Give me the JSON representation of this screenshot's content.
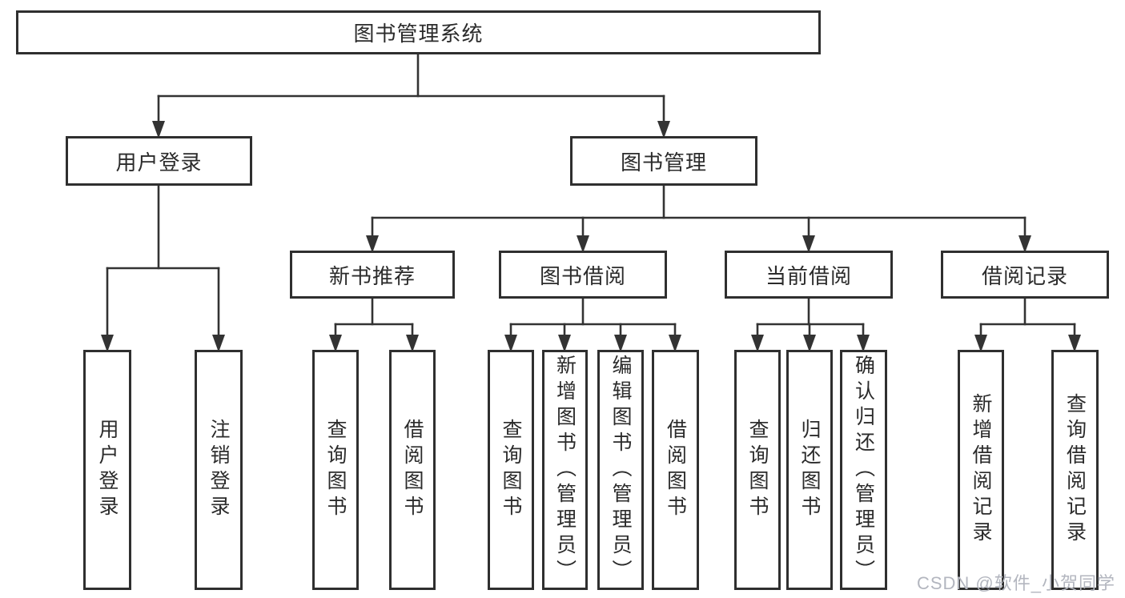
{
  "tree": {
    "root": "图书管理系统",
    "branches": [
      {
        "label": "用户登录",
        "children": [
          "用户登录",
          "注销登录"
        ]
      },
      {
        "label": "图书管理",
        "groups": [
          {
            "label": "新书推荐",
            "children": [
              "查询图书",
              "借阅图书"
            ]
          },
          {
            "label": "图书借阅",
            "children": [
              "查询图书",
              "新增图书（管理员）",
              "编辑图书（管理员）",
              "借阅图书"
            ]
          },
          {
            "label": "当前借阅",
            "children": [
              "查询图书",
              "归还图书",
              "确认归还（管理员）"
            ]
          },
          {
            "label": "借阅记录",
            "children": [
              "新增借阅记录",
              "查询借阅记录"
            ]
          }
        ]
      }
    ]
  },
  "watermark": "CSDN @软件_小贺同学",
  "colors": {
    "line": "#333333",
    "box_border": "#2f2f2f",
    "text": "#2b2b2b",
    "watermark": "#b3b6bf",
    "background": "#ffffff"
  }
}
